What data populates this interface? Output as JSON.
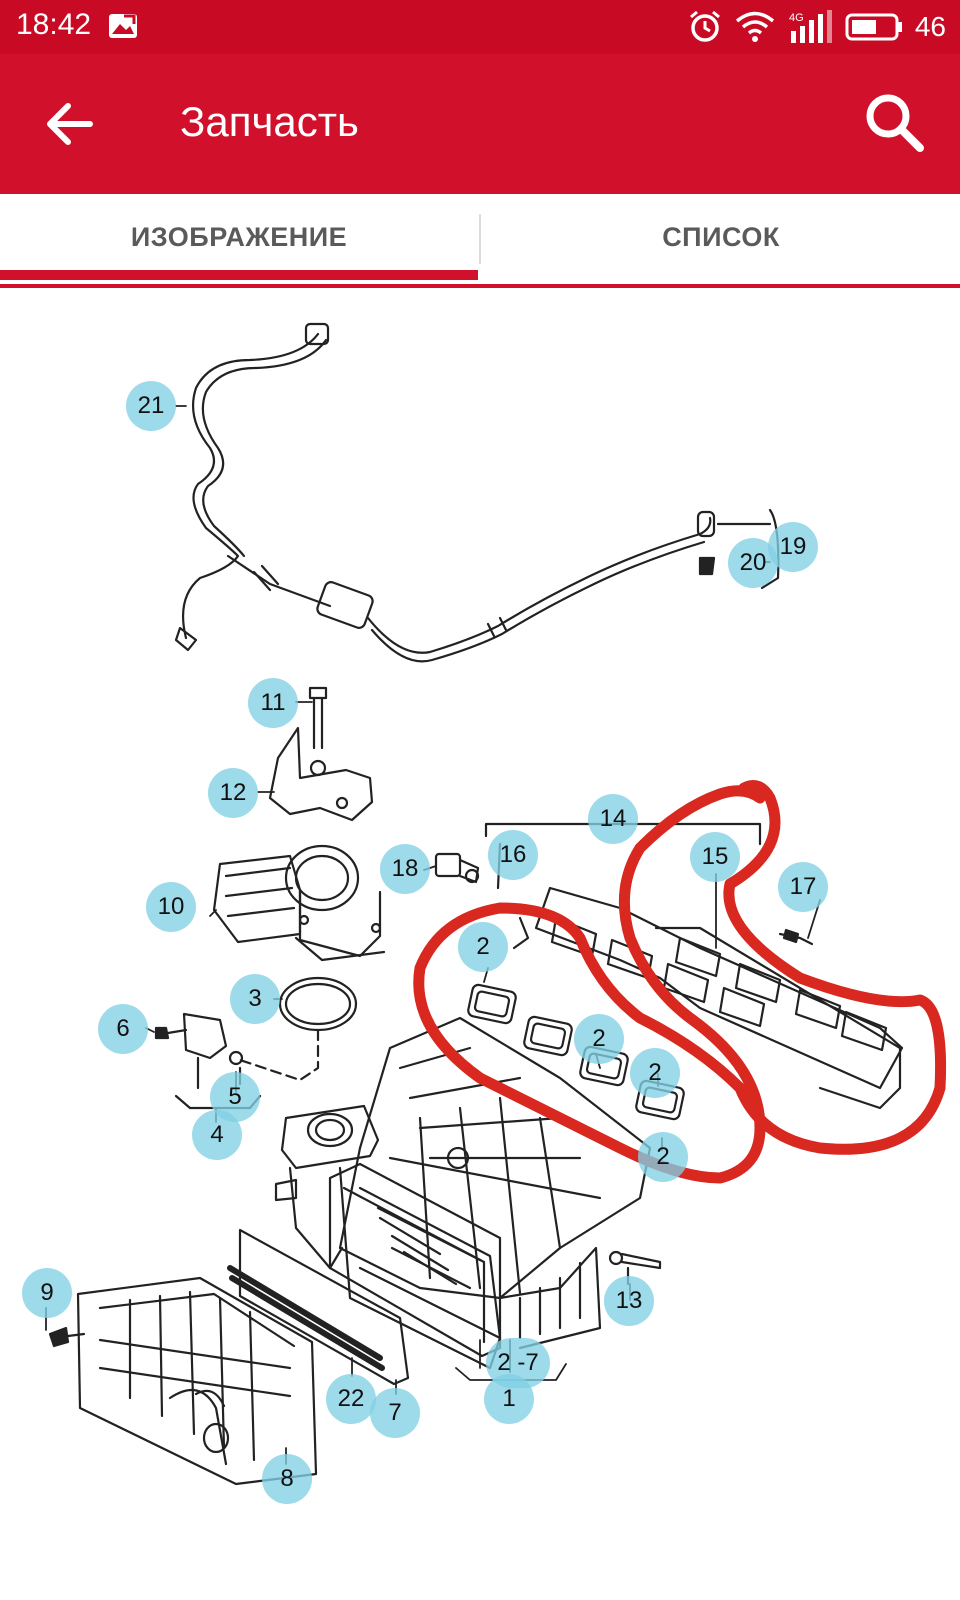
{
  "status_bar": {
    "time": "18:42",
    "network": "4G",
    "battery": "46",
    "icons": [
      "image-icon",
      "alarm-icon",
      "wifi-icon",
      "signal-icon",
      "battery-icon"
    ]
  },
  "app_bar": {
    "title": "Запчасть",
    "back_icon": "arrow-left-icon",
    "search_icon": "search-icon",
    "color": "#d1102c"
  },
  "tabs": [
    {
      "label": "ИЗОБРАЖЕНИЕ",
      "selected": true
    },
    {
      "label": "СПИСОК",
      "selected": false
    }
  ],
  "diagram": {
    "highlight_color": "#d8281f",
    "callout_color": "#82d0e4",
    "callouts": [
      {
        "id": "21",
        "label": "21"
      },
      {
        "id": "19",
        "label": "19"
      },
      {
        "id": "20",
        "label": "20"
      },
      {
        "id": "11",
        "label": "11"
      },
      {
        "id": "12",
        "label": "12"
      },
      {
        "id": "14",
        "label": "14"
      },
      {
        "id": "16",
        "label": "16"
      },
      {
        "id": "15",
        "label": "15"
      },
      {
        "id": "17",
        "label": "17"
      },
      {
        "id": "18",
        "label": "18"
      },
      {
        "id": "10",
        "label": "10"
      },
      {
        "id": "2a",
        "label": "2"
      },
      {
        "id": "3",
        "label": "3"
      },
      {
        "id": "6",
        "label": "6"
      },
      {
        "id": "2b",
        "label": "2"
      },
      {
        "id": "2c",
        "label": "2"
      },
      {
        "id": "5",
        "label": "5"
      },
      {
        "id": "4",
        "label": "4"
      },
      {
        "id": "2d",
        "label": "2"
      },
      {
        "id": "13",
        "label": "13"
      },
      {
        "id": "9",
        "label": "9"
      },
      {
        "id": "2-7",
        "label": "2 -7"
      },
      {
        "id": "1",
        "label": "1"
      },
      {
        "id": "22",
        "label": "22"
      },
      {
        "id": "7",
        "label": "7"
      },
      {
        "id": "8",
        "label": "8"
      }
    ]
  }
}
